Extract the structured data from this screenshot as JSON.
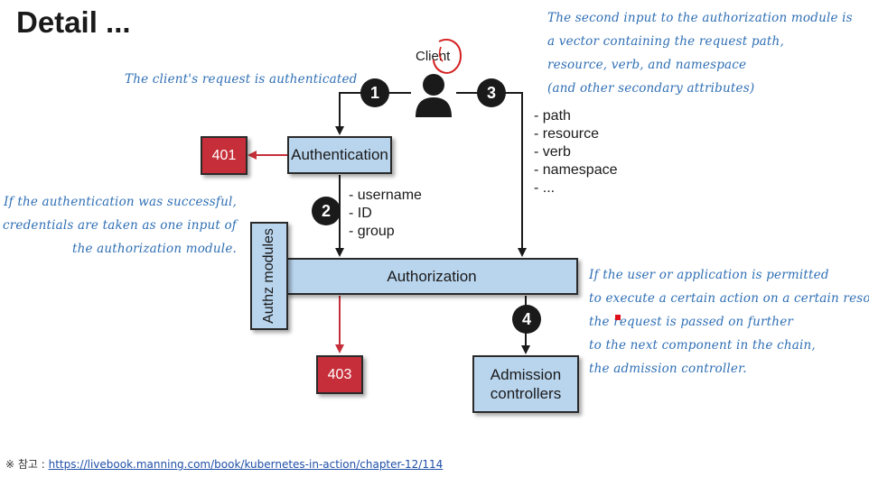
{
  "title": "Detail ...",
  "client_label": "Client",
  "boxes": {
    "authentication": "Authentication",
    "authorization": "Authorization",
    "authz_modules": "Authz modules",
    "admission": [
      "Admission",
      "controllers"
    ],
    "code_401": "401",
    "code_403": "403"
  },
  "steps": [
    "1",
    "2",
    "3",
    "4"
  ],
  "credentials_list": [
    "- username",
    "- ID",
    "- group"
  ],
  "attributes_list": [
    "- path",
    "- resource",
    "- verb",
    "- namespace",
    "- ..."
  ],
  "notes": {
    "authenticated": "The client's request is authenticated",
    "second_input": [
      "The second input to the authorization module is",
      "a vector containing the request path,",
      "resource, verb, and namespace",
      "(and other secondary attributes)"
    ],
    "credentials": [
      "If the authentication was successful,",
      "the credentials are taken as one input of",
      "the authorization module."
    ],
    "permitted": [
      "If the user or application is permitted",
      "to execute a certain action on a certain resource,",
      "the request is passed on further",
      "to the next component in the chain,",
      "the admission controller."
    ]
  },
  "footer": {
    "prefix": "※ 참고 : ",
    "link": "https://livebook.manning.com/book/kubernetes-in-action/chapter-12/114"
  },
  "colors": {
    "accent_note": "#2f6fb4",
    "box_fill": "#b9d5ee",
    "error_fill": "#c62f3a",
    "annotation_red": "#d42020"
  },
  "icons": [
    "user-icon",
    "arrow-icon",
    "circle-annotation-icon"
  ]
}
